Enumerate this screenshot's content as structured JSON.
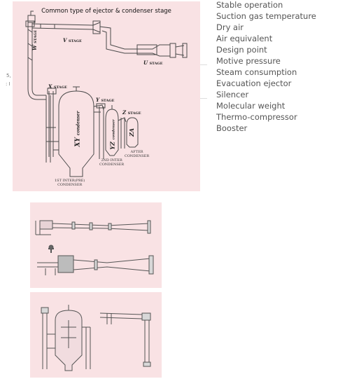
{
  "diagram": {
    "title": "Common type of ejector & condenser stage",
    "stages": {
      "v": {
        "letter": "V",
        "suffix": "STAGE"
      },
      "u": {
        "letter": "U",
        "suffix": "STAGE"
      },
      "w": {
        "letter": "W",
        "suffix": "STAGE"
      },
      "x": {
        "letter": "X",
        "suffix": "STAGE"
      },
      "y": {
        "letter": "Y",
        "suffix": "STAGE"
      },
      "z": {
        "letter": "Z",
        "suffix": "STAGE"
      }
    },
    "vessels": {
      "xy": {
        "main": "XY",
        "sub": "condenser"
      },
      "yz": {
        "main": "YZ",
        "sub": "condenser"
      },
      "za": {
        "main": "ZA",
        "sub": ""
      }
    },
    "captions": {
      "first_condenser": "1ST INTER(PRE)\nCONDENSER",
      "second_condenser": "2ND INTER\nCONDENSER",
      "after_condenser": "AFTER\nCONDENSER"
    }
  },
  "edge_fragments": [
    "5,",
    ": I"
  ],
  "terms": [
    "Stable operation",
    "Suction gas temperature",
    "Dry air",
    "Air equivalent",
    "Design point",
    "Motive pressure",
    "Steam consumption",
    "Evacuation ejector",
    "Silencer",
    "Molecular weight",
    "Thermo-compressor",
    "Booster"
  ],
  "colors": {
    "panel": "#f9e2e4",
    "line": "#4a4a4a",
    "text": "#555555"
  }
}
